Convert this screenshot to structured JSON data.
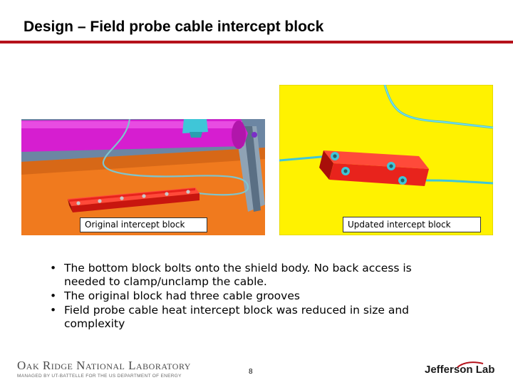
{
  "slide": {
    "title": "Design – Field probe cable intercept block",
    "page_number": "8"
  },
  "figures": {
    "left_caption": "Original intercept block",
    "right_caption": "Updated intercept block"
  },
  "bullets": [
    {
      "marker": "•",
      "text": "The bottom block bolts onto the shield body. No back access is needed to clamp/unclamp the cable."
    },
    {
      "marker": "•",
      "text": "The original block had three cable grooves"
    },
    {
      "marker": "•",
      "text": "Field probe cable heat intercept block was reduced in size and complexity"
    }
  ],
  "footer": {
    "ornl_name": "Oak Ridge National Laboratory",
    "ornl_subtitle": "MANAGED BY UT-BATTELLE FOR THE US DEPARTMENT OF ENERGY",
    "jlab_name": "Jefferson Lab"
  },
  "colors": {
    "title_rule": "#b5121b",
    "block_red": "#e8231c",
    "cable_cyan": "#3fc6d8",
    "magenta_tube": "#d61ed0",
    "orange_surface": "#f07a1e",
    "yellow_background": "#fff200"
  }
}
